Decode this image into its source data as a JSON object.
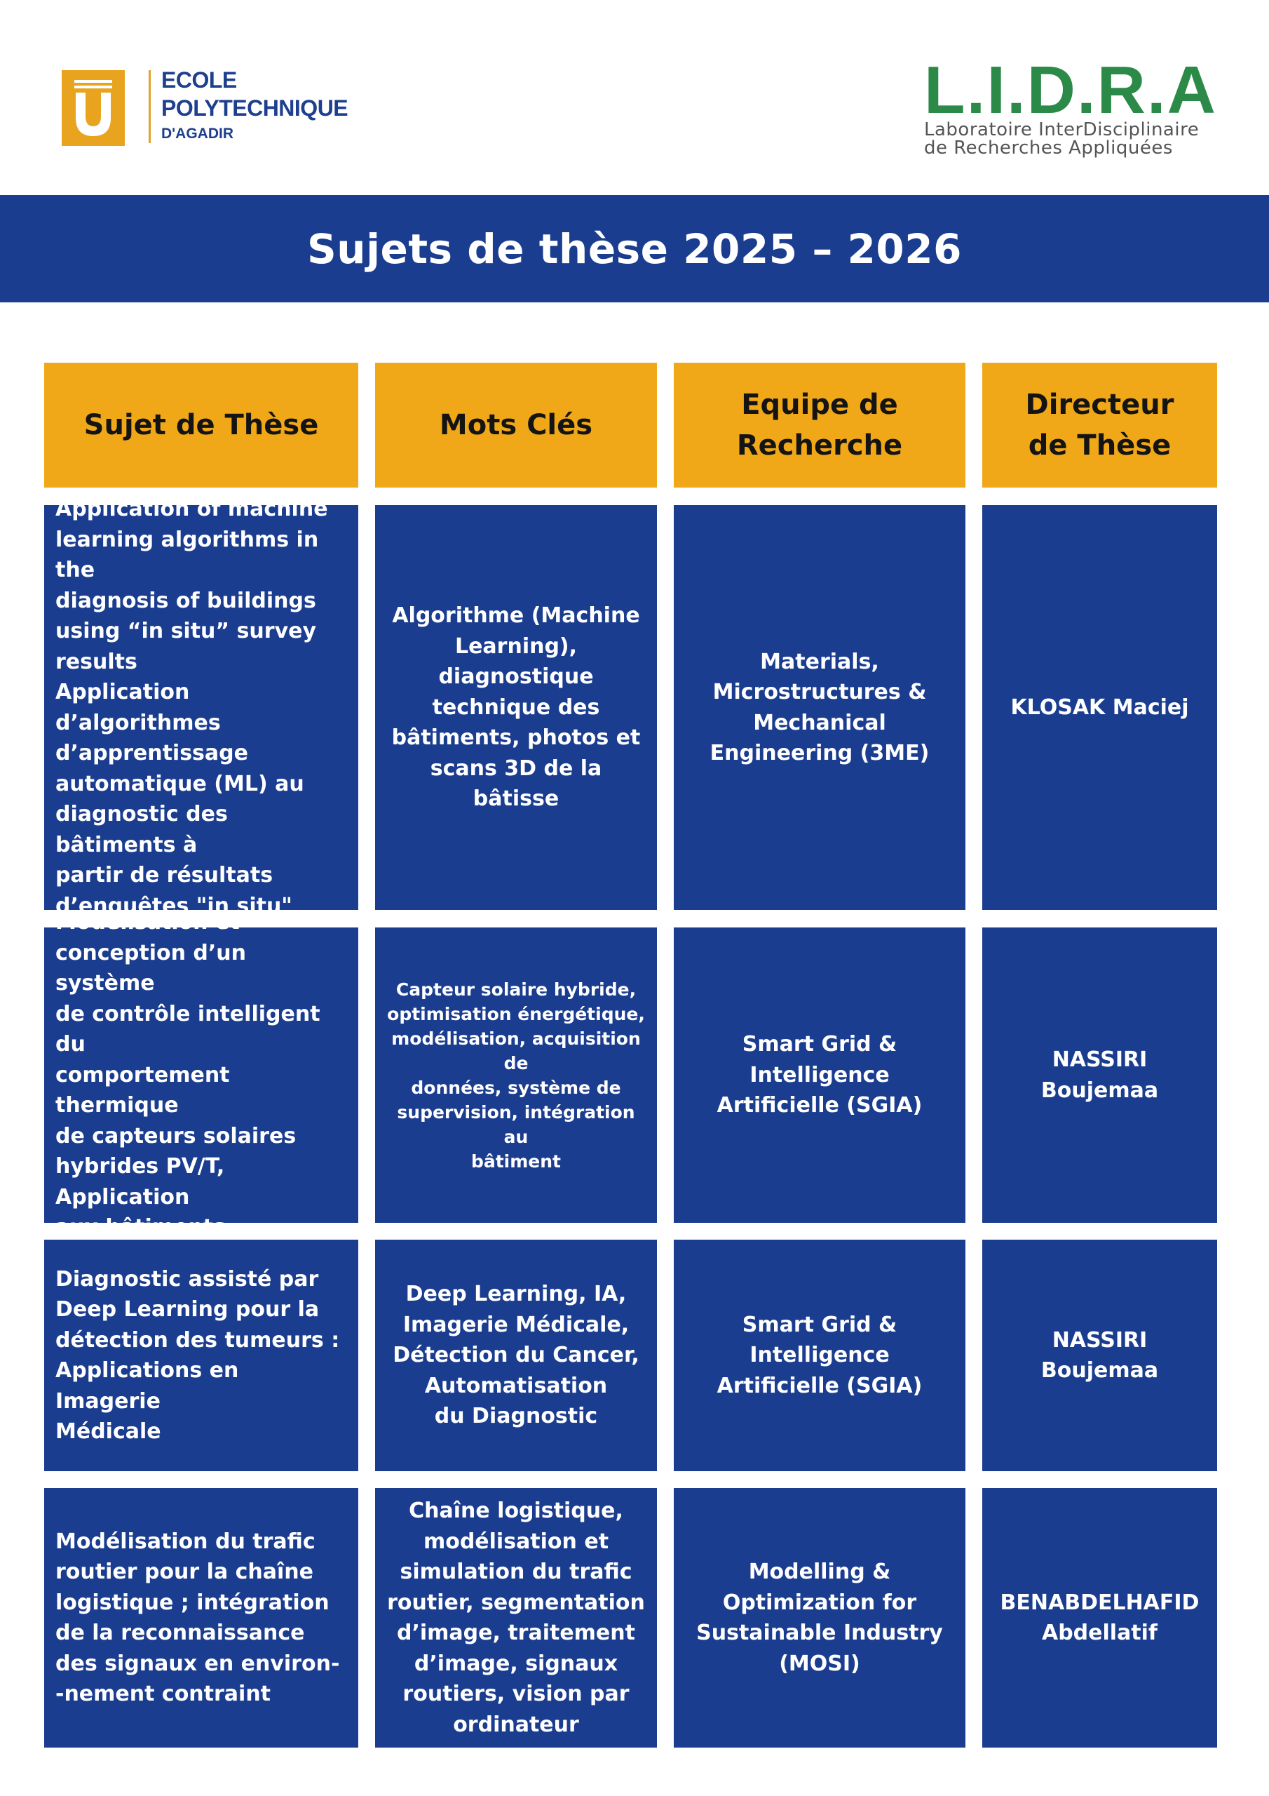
{
  "header": {
    "left_logo": {
      "line1": "ECOLE",
      "line2": "POLYTECHNIQUE",
      "line3": "D'AGADIR"
    },
    "right_logo": {
      "mark": "L.I.D.R.A",
      "subtitle_line1": "Laboratoire InterDisciplinaire",
      "subtitle_line2": "de Recherches Appliquées"
    },
    "title": "Sujets de thèse 2025 – 2026"
  },
  "table": {
    "columns": [
      "Sujet de Thèse",
      "Mots Clés",
      "Equipe de\nRecherche",
      "Directeur\nde Thèse"
    ],
    "rows": [
      {
        "sujet": "Application of machine\nlearning algorithms in the\ndiagnosis of buildings\nusing “in situ” survey\nresults\nApplication d’algorithmes\nd’apprentissage\nautomatique (ML) au\ndiagnostic des bâtiments à\npartir de résultats\nd’enquêtes \"in situ\"",
        "mots_cles": "Algorithme (Machine\nLearning),\ndiagnostique\ntechnique des\nbâtiments, photos et\nscans 3D de la bâtisse",
        "equipe": "Materials,\nMicrostructures &\nMechanical\nEngineering (3ME)",
        "directeur": "KLOSAK Maciej"
      },
      {
        "sujet": "Modélisation et\nconception d’un système\nde contrôle intelligent du\ncomportement thermique\nde capteurs solaires\nhybrides PV/T, Application\naux bâtiments",
        "mots_cles": "Capteur solaire hybride,\noptimisation énergétique,\nmodélisation, acquisition de\ndonnées, système de\nsupervision, intégration au\nbâtiment",
        "equipe": "Smart Grid &\nIntelligence\nArtificielle (SGIA)",
        "directeur": "NASSIRI Boujemaa"
      },
      {
        "sujet": "Diagnostic assisté par\nDeep Learning pour la\ndétection des tumeurs :\nApplications en Imagerie\nMédicale",
        "mots_cles": "Deep Learning, IA,\nImagerie Médicale,\nDétection du Cancer,\nAutomatisation\ndu Diagnostic",
        "equipe": "Smart Grid &\nIntelligence\nArtificielle (SGIA)",
        "directeur": "NASSIRI Boujemaa"
      },
      {
        "sujet": "Modélisation du trafic\nroutier pour la chaîne\nlogistique ; intégration\nde la reconnaissance\ndes signaux en environ-\n-nement contraint",
        "mots_cles": "Chaîne logistique,\nmodélisation et\nsimulation du trafic\nroutier, segmentation\nd’image, traitement\nd’image, signaux\nroutiers, vision par\nordinateur",
        "equipe": "Modelling &\nOptimization for\nSustainable Industry\n(MOSI)",
        "directeur": "BENABDELHAFID\nAbdellatif"
      }
    ]
  },
  "colors": {
    "primary_blue": "#1b3d8f",
    "header_orange": "#f0a818",
    "lidra_green": "#2c8a48"
  }
}
